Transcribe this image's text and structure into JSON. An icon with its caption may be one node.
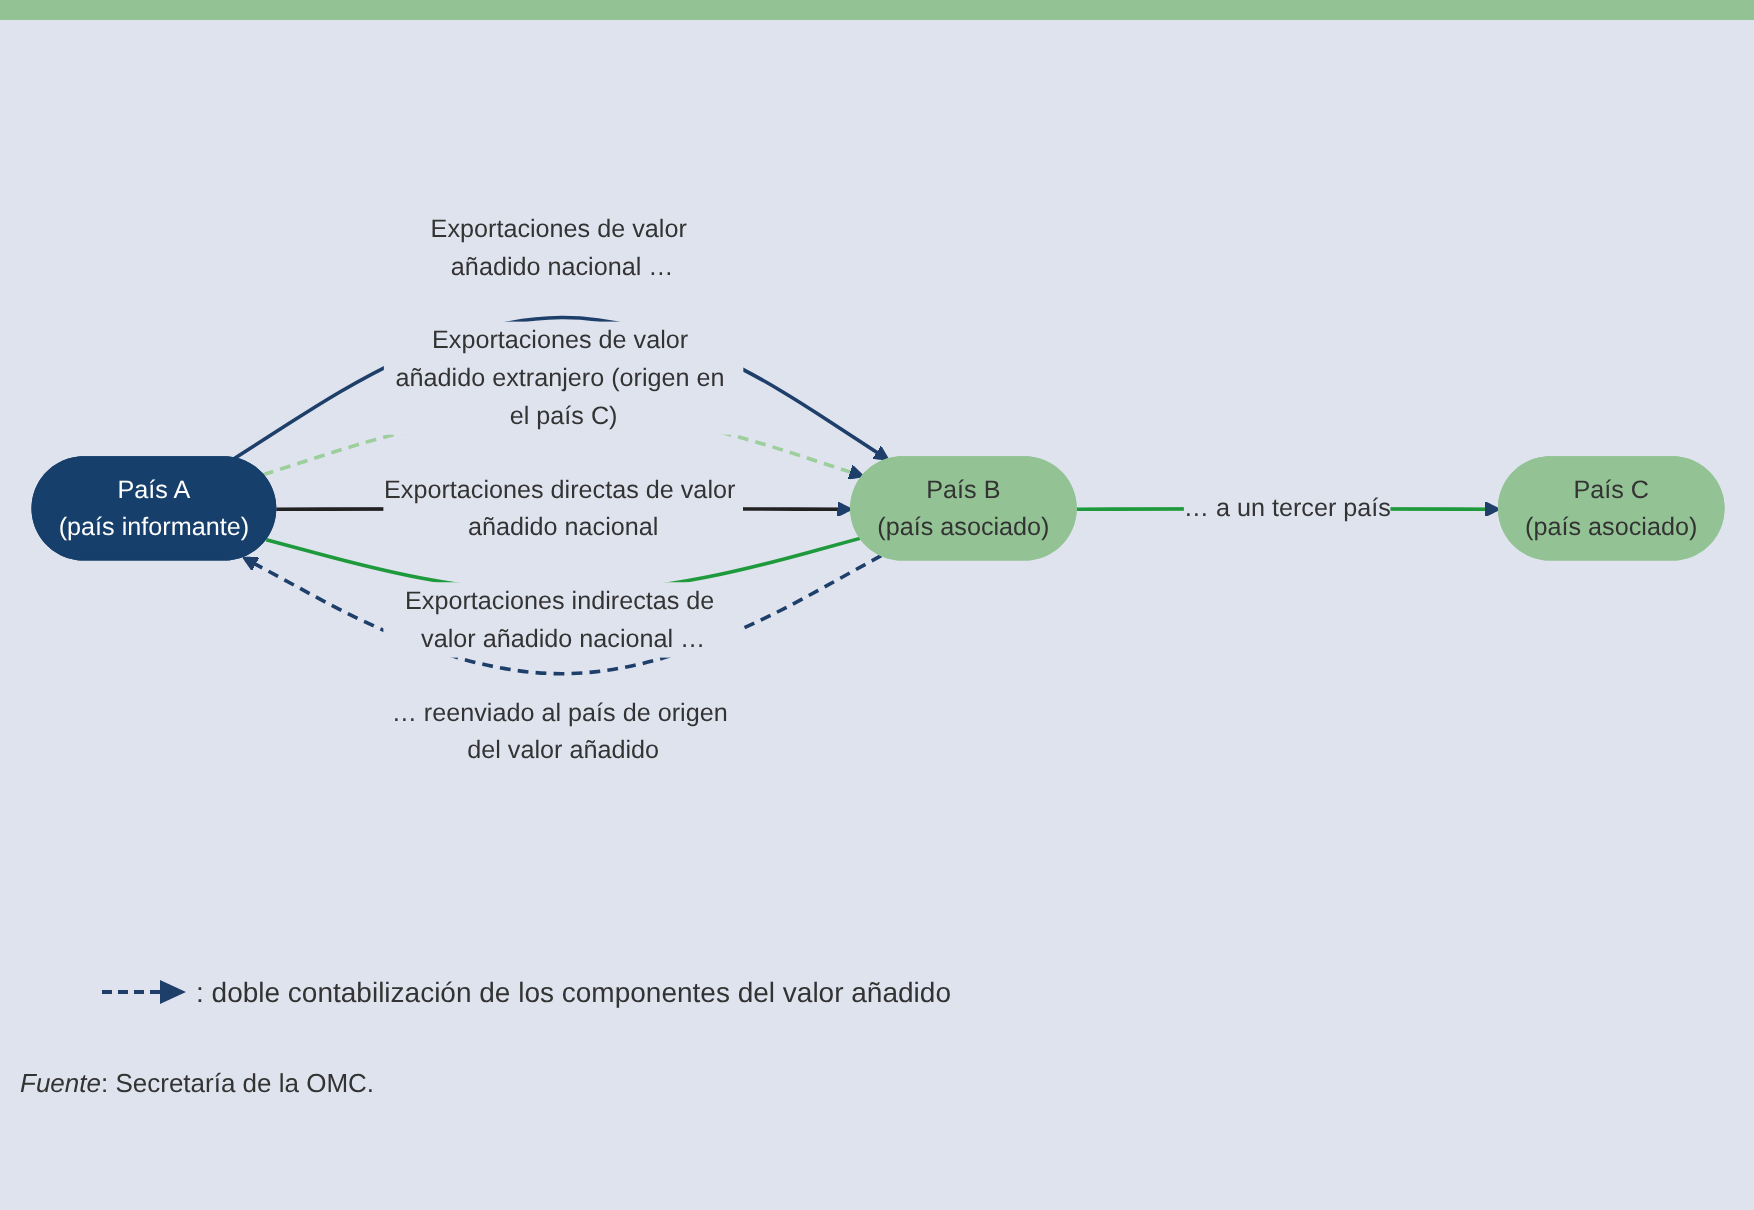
{
  "diagram": {
    "caption": "*Fuente*: Secretaría de la OMC.",
    "nodes": [
      {
        "text": [
          "País A",
          "(país informante)"
        ]
      },
      {
        "text": [
          "País B",
          "(país asociado)"
        ]
      },
      {
        "text": [
          "País C",
          "(país asociado)"
        ]
      }
    ],
    "edges": [
      {
        "from": 1,
        "to": 0,
        "arrow": "to",
        "style": "dashed",
        "label": "… reenviado al país de origen del valor añadido"
      },
      {
        "from": 0,
        "to": 1,
        "arrow": "to",
        "label": "Exportaciones de valor añadido nacional …"
      },
      {
        "from": 0,
        "to": 1,
        "arrow": "to",
        "style": "dashed",
        "color": "#9ccf9c",
        "label": "Exportaciones de valor añadido extranjero (origen en el país C)"
      },
      {
        "from": 0,
        "to": 1,
        "arrow": "to",
        "color": "#222222",
        "label": "Exportaciones directas de valor añadido nacional"
      },
      {
        "from": 0,
        "to": 1,
        "arrow": "none",
        "color": "#1e9a3c",
        "label": "Exportaciones indirectas de valor añadido nacional …"
      },
      {
        "from": 1,
        "to": 2,
        "arrow": "to",
        "color": "#1e9a3c",
        "label": "… a un tercer país"
      }
    ],
    "legend": [
      {
        "text": ": doble contabilización de los componentes del valor añadido"
      }
    ]
  }
}
